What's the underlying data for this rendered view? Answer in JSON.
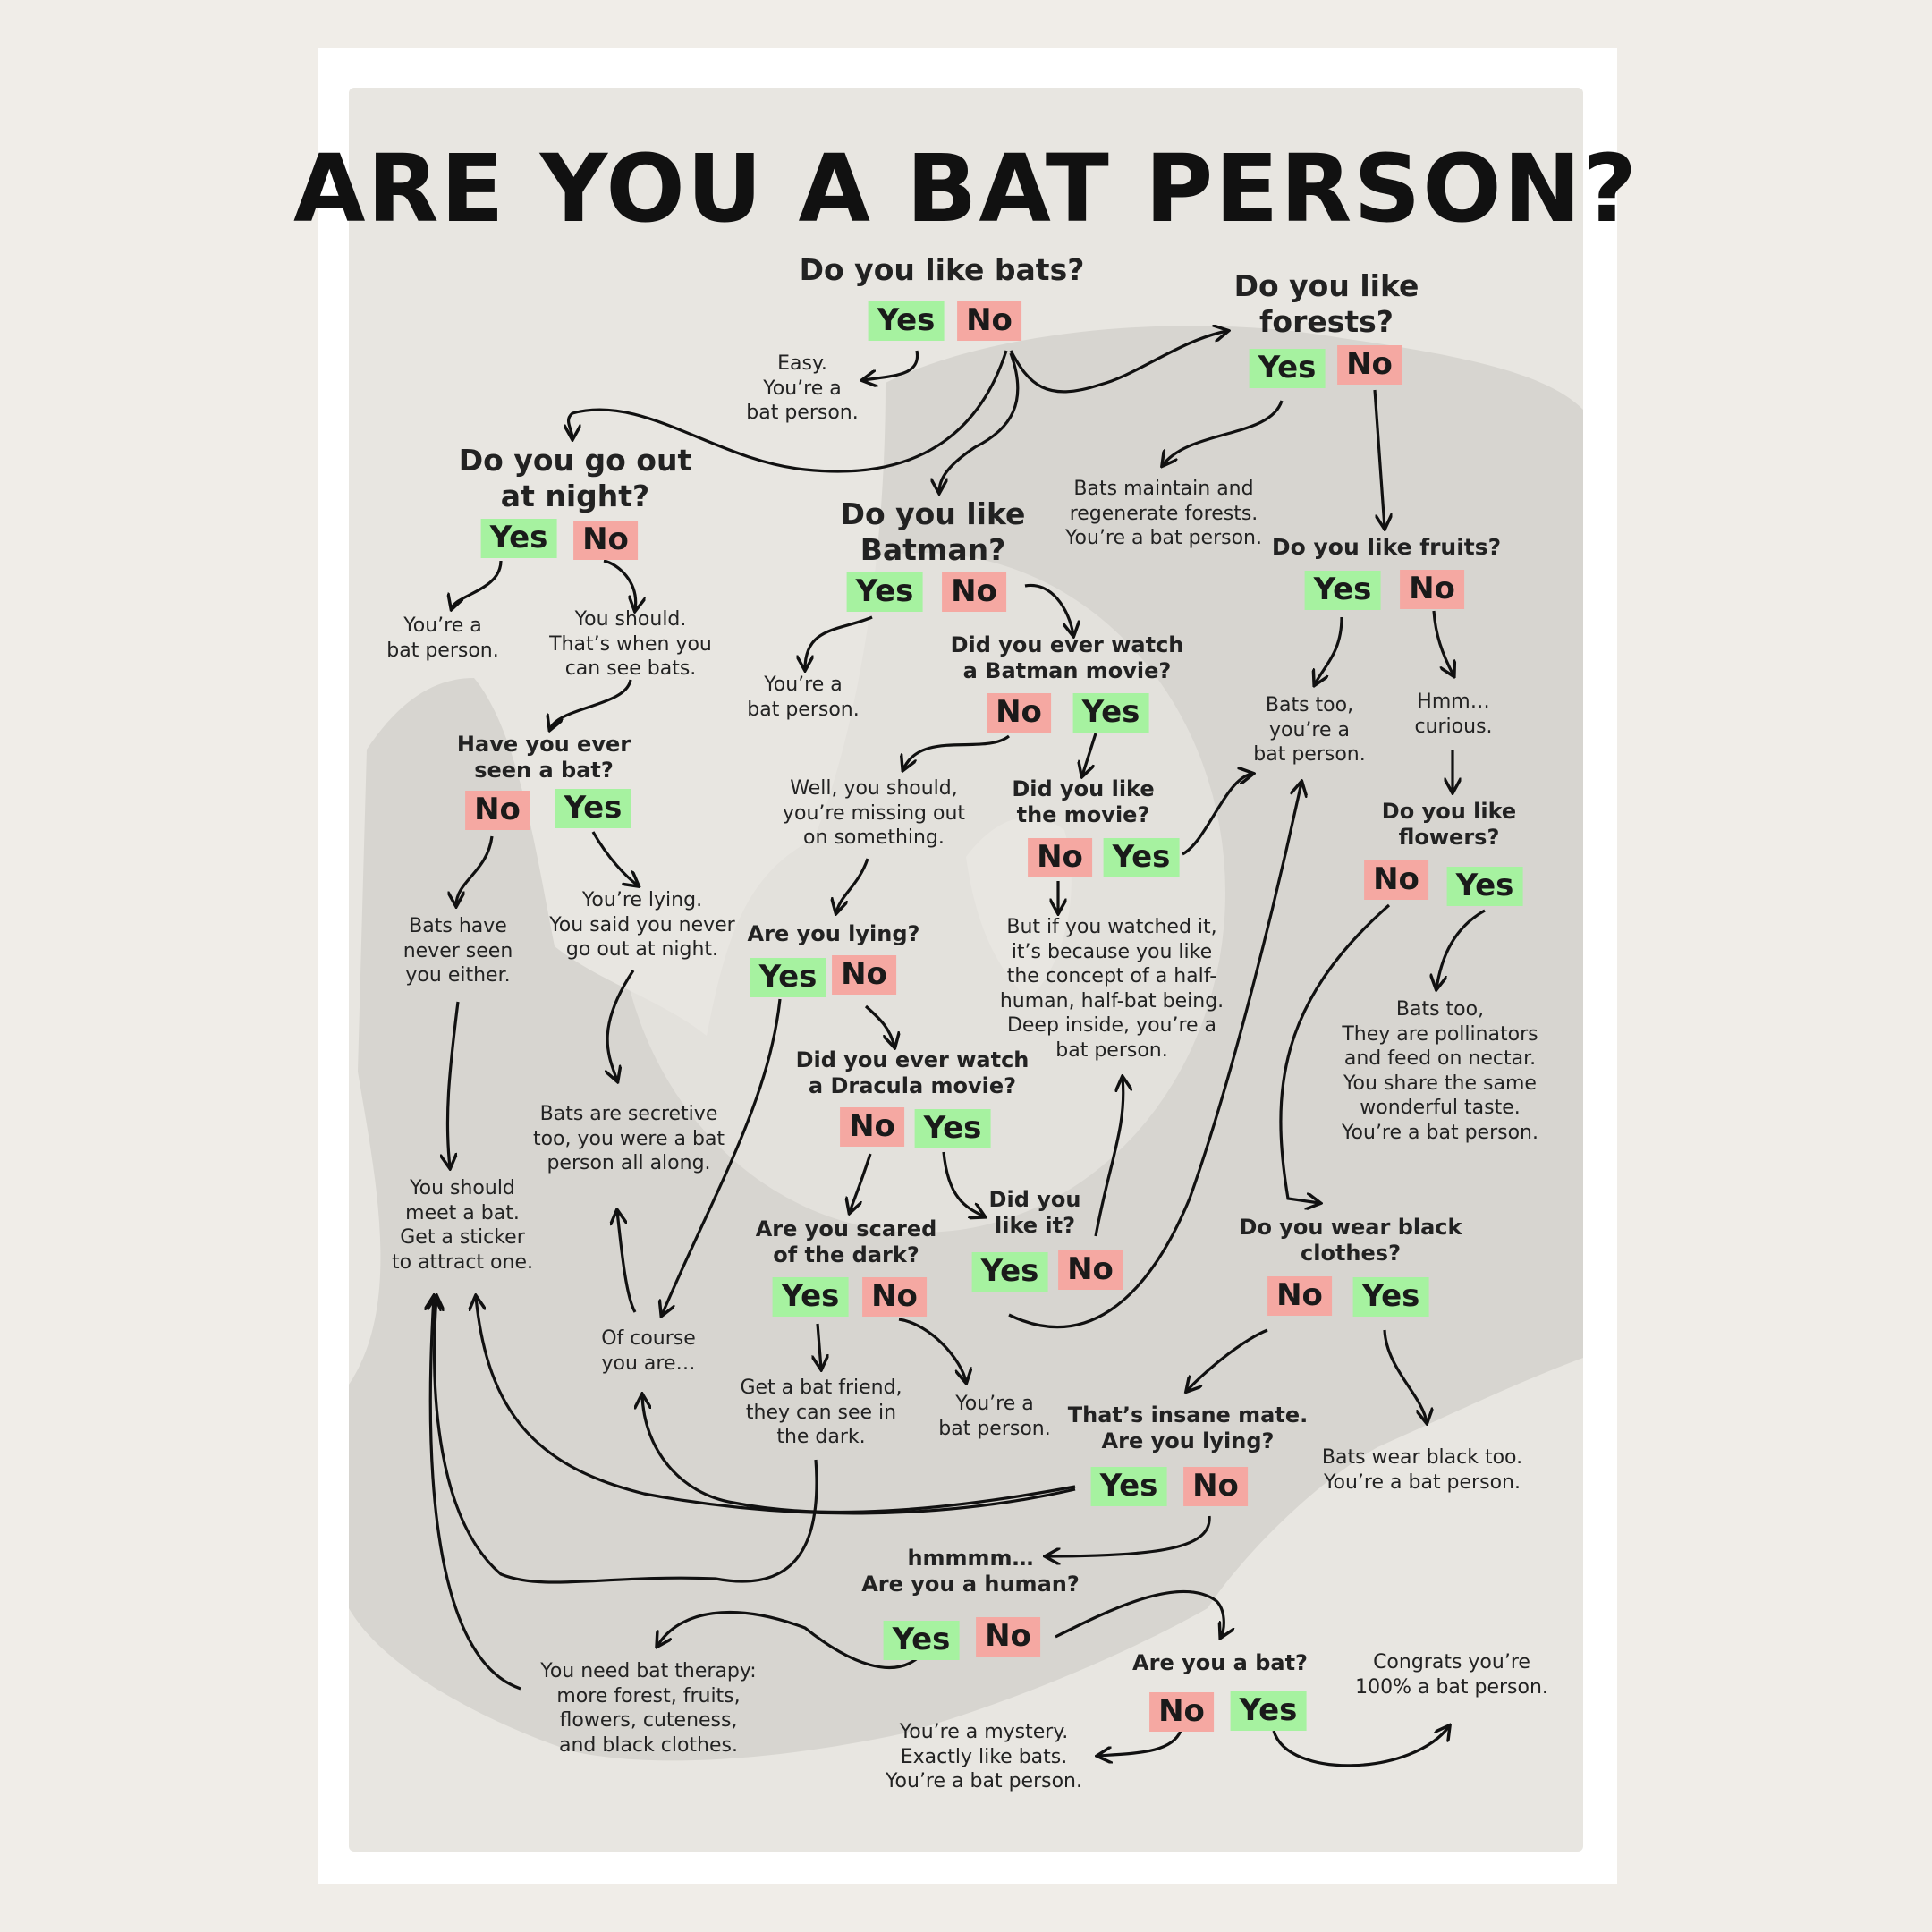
{
  "title": "ARE YOU A BAT PERSON?",
  "colors": {
    "yes": "#a6f2a0",
    "no": "#f5a8a2",
    "panel": "#e8e6e1",
    "bat_shape": "#d6d4cf",
    "ink": "#111111"
  },
  "questions": {
    "q1": "Do you like bats?",
    "q2": "Do you like\nforests?",
    "q3": "Do you go out\nat night?",
    "q4": "Do you like\nBatman?",
    "q5": "Do you like fruits?",
    "q6": "Have you ever\nseen a bat?",
    "q7": "Did you ever watch\na Batman movie?",
    "q8": "Did you like\nthe movie?",
    "q9": "Do you like\nflowers?",
    "q10": "Are you lying?",
    "q11": "Did you ever watch\na Dracula movie?",
    "q12": "Are you scared\nof the dark?",
    "q13": "Did you\nlike it?",
    "q14": "Do you wear black\nclothes?",
    "q15": "That’s insane mate.\nAre you lying?",
    "q16": "hmmmm…\nAre you a human?",
    "q17": "Are you a bat?"
  },
  "answers": {
    "a1": "Easy.\nYou’re a\nbat person.",
    "a2": "Bats maintain and\nregenerate forests.\nYou’re a bat person.",
    "a3": "You’re a\nbat person.",
    "a4": "You should.\nThat’s when you\ncan see bats.",
    "a5": "You’re a\nbat person.",
    "a6": "Bats too,\nyou’re a\nbat person.",
    "a7": "Hmm…\ncurious.",
    "a8": "Well, you should,\nyou’re missing out\non something.",
    "a9": "Bats have\nnever seen\nyou either.",
    "a10": "You’re lying.\nYou said you never\ngo out at night.",
    "a11": "But if you watched it,\nit’s because you like\nthe concept of a half-\nhuman, half-bat being.\nDeep inside, you’re a\nbat person.",
    "a12": "Bats too,\nThey are pollinators\nand feed on nectar.\nYou share the same\nwonderful taste.\nYou’re a bat person.",
    "a13": "Bats are secretive\ntoo, you were a bat\nperson all along.",
    "a14": "You should\nmeet a bat.\nGet a sticker\nto attract one.",
    "a15": "Of course\nyou are…",
    "a16": "Get a bat friend,\nthey can see in\nthe dark.",
    "a17": "You’re a\nbat person.",
    "a18": "Bats wear black too.\nYou’re a bat person.",
    "a19": "You need bat therapy:\nmore forest, fruits,\nflowers, cuteness,\nand black clothes.",
    "a20": "Congrats you’re\n100% a bat person.",
    "a21": "You’re a mystery.\nExactly like bats.\nYou’re a bat person."
  },
  "tags": {
    "yes": "Yes",
    "no": "No"
  }
}
